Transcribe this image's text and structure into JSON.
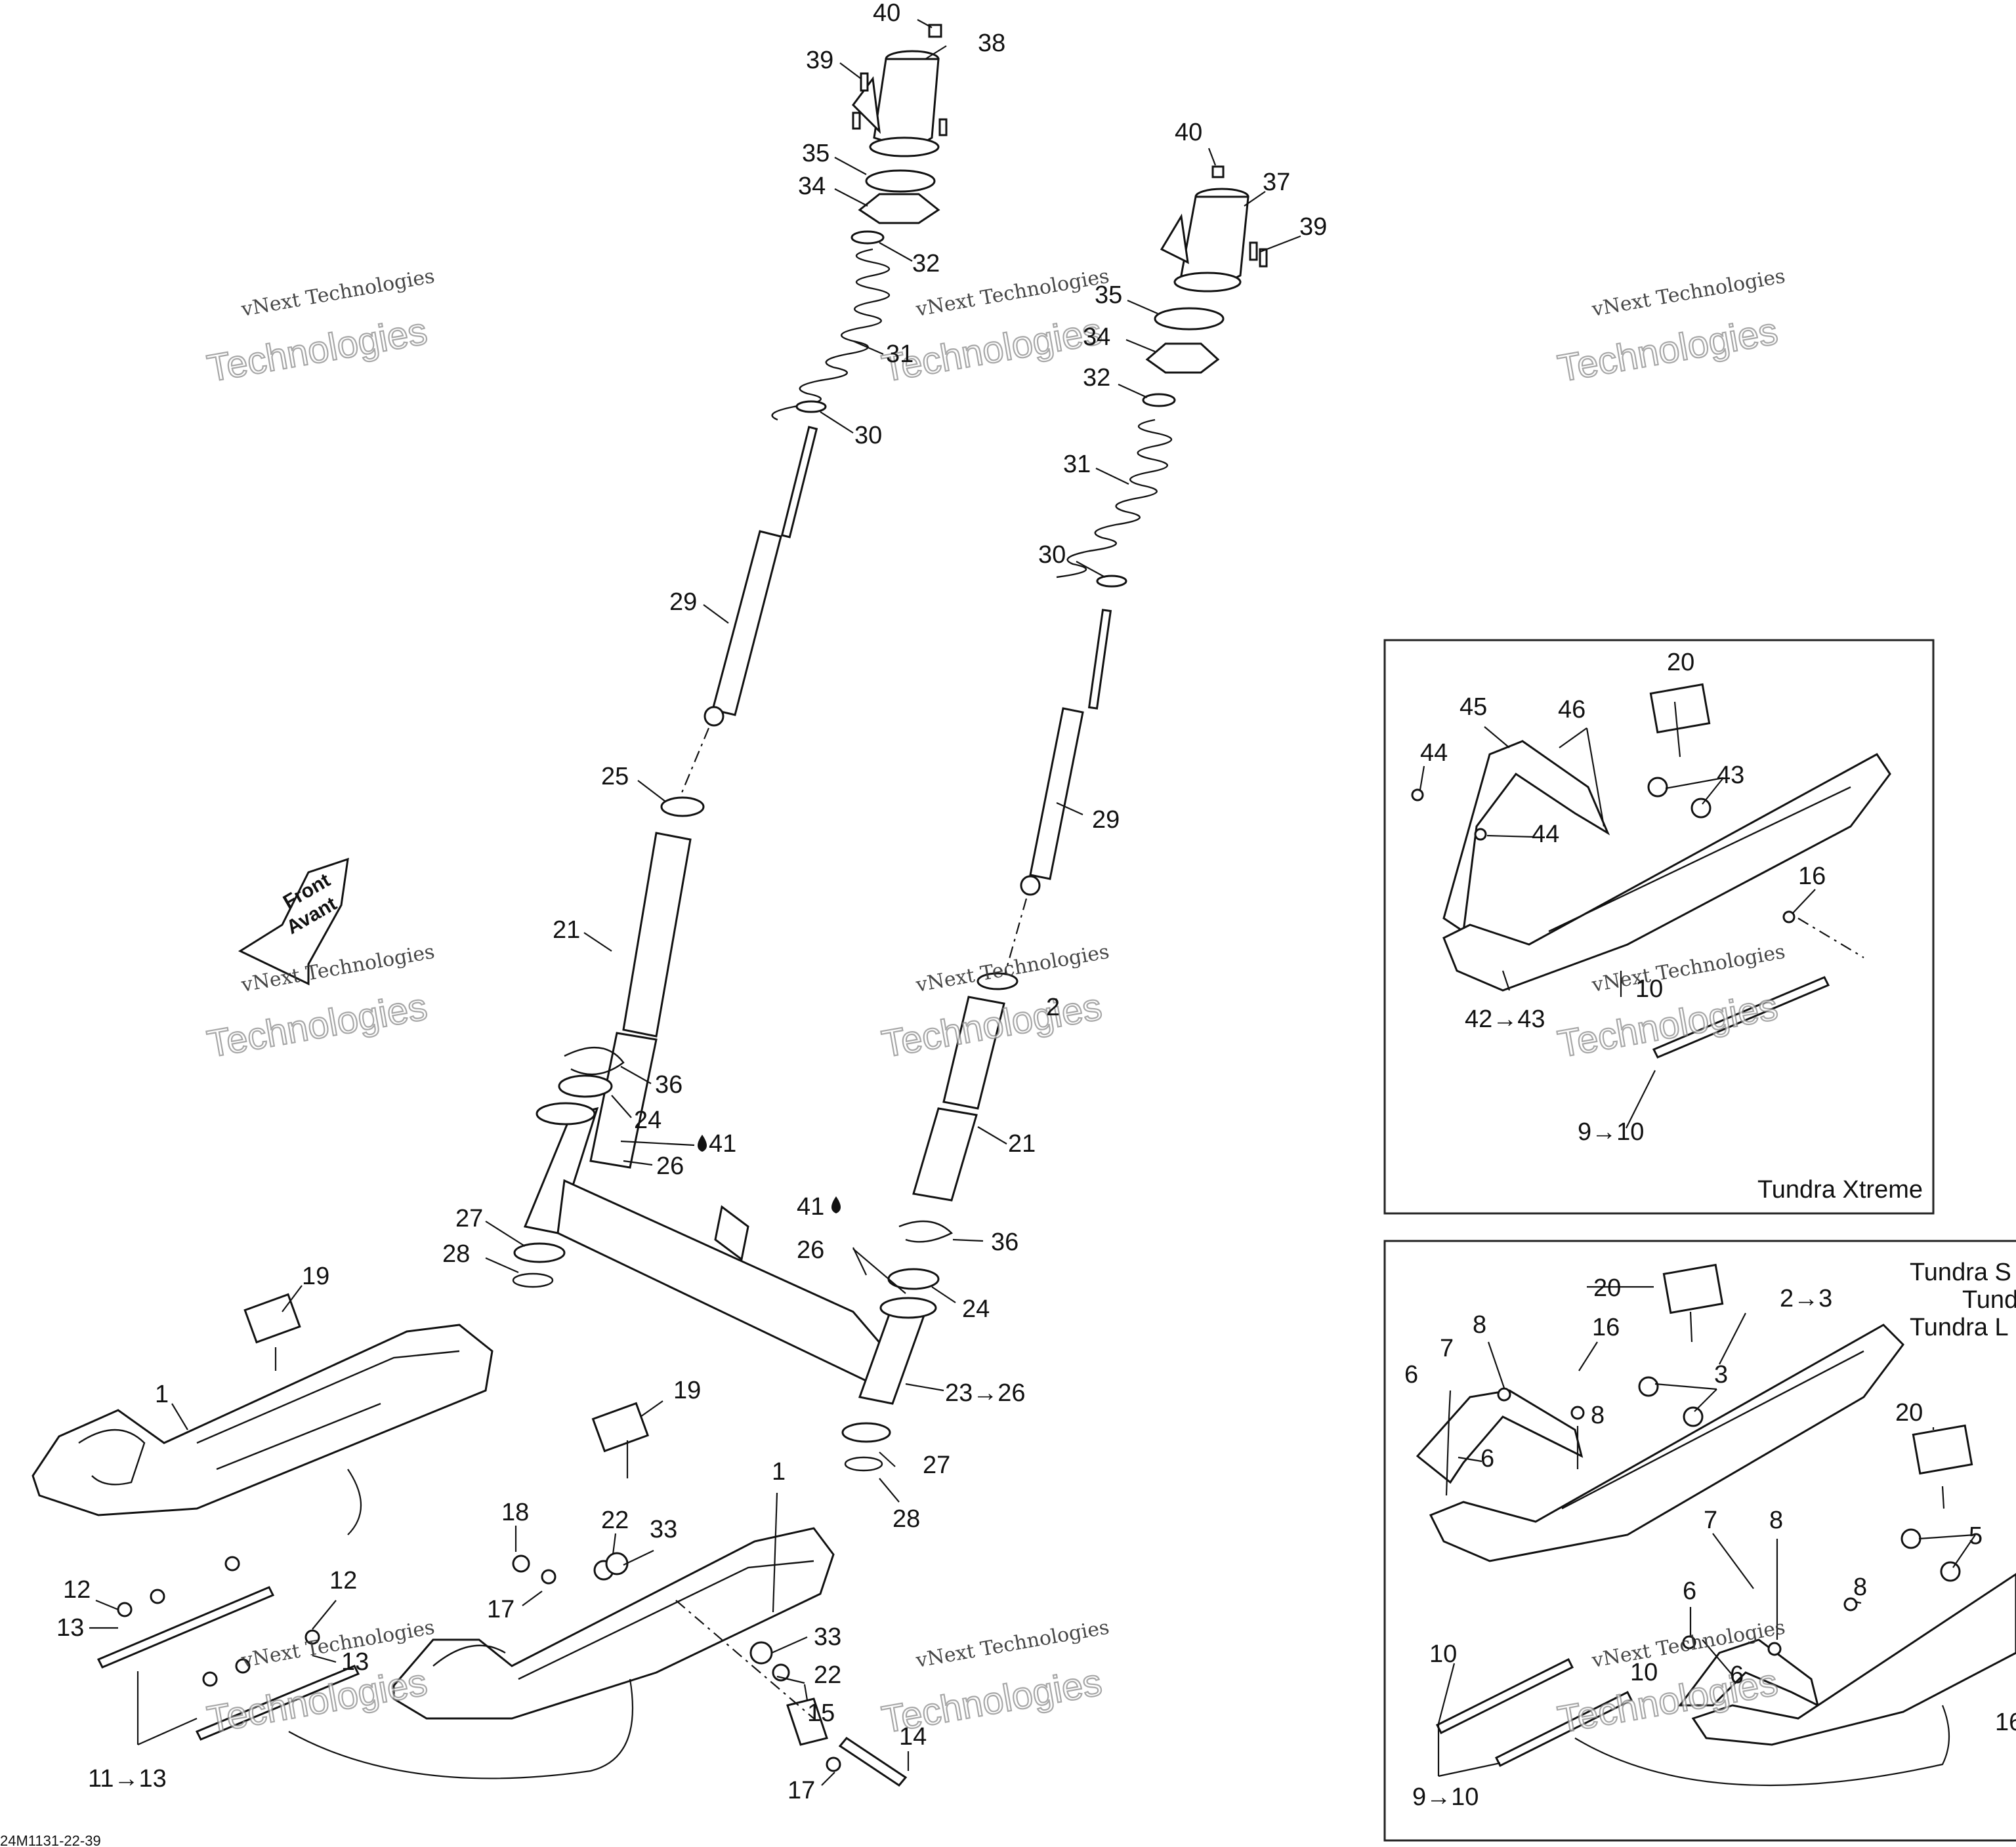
{
  "diagram": {
    "watermark": {
      "line1": "vNext Technologies",
      "line2": "Technologies"
    },
    "front_arrow": {
      "line1": "Front",
      "line2": "Avant"
    },
    "doc_code": "24M1131-22-39",
    "inset_titles": {
      "tundra_xtreme": "Tundra Xtreme",
      "tundra_s": "Tundra S",
      "tundra": "Tund",
      "tundra_l": "Tundra L"
    },
    "callouts": {
      "c40a": "40",
      "c38": "38",
      "c39a": "39",
      "c35a": "35",
      "c34a": "34",
      "c32a": "32",
      "c31a": "31",
      "c30a": "30",
      "c29a": "29",
      "c25": "25",
      "c21a": "21",
      "c36a": "36",
      "c24a": "24",
      "c41a": "41",
      "c26a": "26",
      "c27a": "27",
      "c28a": "28",
      "c19a": "19",
      "c1a": "1",
      "c12a": "12",
      "c13a": "13",
      "c12b": "12",
      "c13b": "13",
      "c11_13": "11→13",
      "c40b": "40",
      "c37": "37",
      "c39b": "39",
      "c35b": "35",
      "c34b": "34",
      "c32b": "32",
      "c31b": "31",
      "c30b": "30",
      "c29b": "29",
      "c2x": "2",
      "c21b": "21",
      "c41b": "41",
      "c26b": "26",
      "c36b": "36",
      "c24b": "24",
      "c23_26": "23→26",
      "c27b": "27",
      "c28b": "28",
      "c19b": "19",
      "c1b": "1",
      "c18": "18",
      "c22a": "22",
      "c33a": "33",
      "c17a": "17",
      "c33b": "33",
      "c22b": "22",
      "c15": "15",
      "c14": "14",
      "c17b": "17",
      "c20a": "20",
      "c45": "45",
      "c46": "46",
      "c44a": "44",
      "c43": "43",
      "c44b": "44",
      "c16a": "16",
      "c10a": "10",
      "c42_43": "42→43",
      "c9_10a": "9→10",
      "c20b": "20",
      "c16b": "16",
      "c2_3": "2→3",
      "c8a": "8",
      "c7a": "7",
      "c6a": "6",
      "c3": "3",
      "c8b": "8",
      "c6b": "6",
      "c20c": "20",
      "c8c": "8",
      "c7b": "7",
      "c5": "5",
      "c6c": "6",
      "c8d": "8",
      "c6d": "6",
      "c10b": "10",
      "c10c": "10",
      "c9_10b": "9→10",
      "c16c": "16"
    }
  }
}
